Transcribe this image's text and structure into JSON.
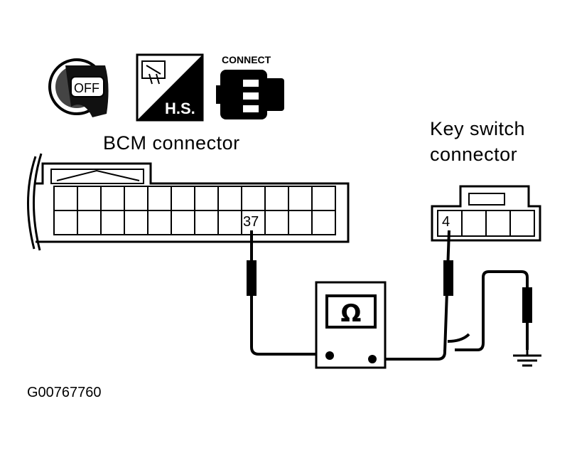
{
  "labels": {
    "bcm_connector": "BCM connector",
    "key_switch_connector_line1": "Key switch",
    "key_switch_connector_line2": "connector",
    "figure_code": "G00767760"
  },
  "icons": {
    "ignition": "ignition-key-off-icon",
    "ignition_text": "OFF",
    "harness_side": "harness-side-icon",
    "harness_side_text": "H.S.",
    "connect": "connector-connect-icon",
    "connect_text": "CONNECT"
  },
  "pins": {
    "bcm_pin": "37",
    "key_switch_pin": "4"
  },
  "meter": {
    "symbol": "Ω",
    "icon": "ohmmeter-icon"
  },
  "colors": {
    "ink": "#000000",
    "paper": "#ffffff"
  }
}
